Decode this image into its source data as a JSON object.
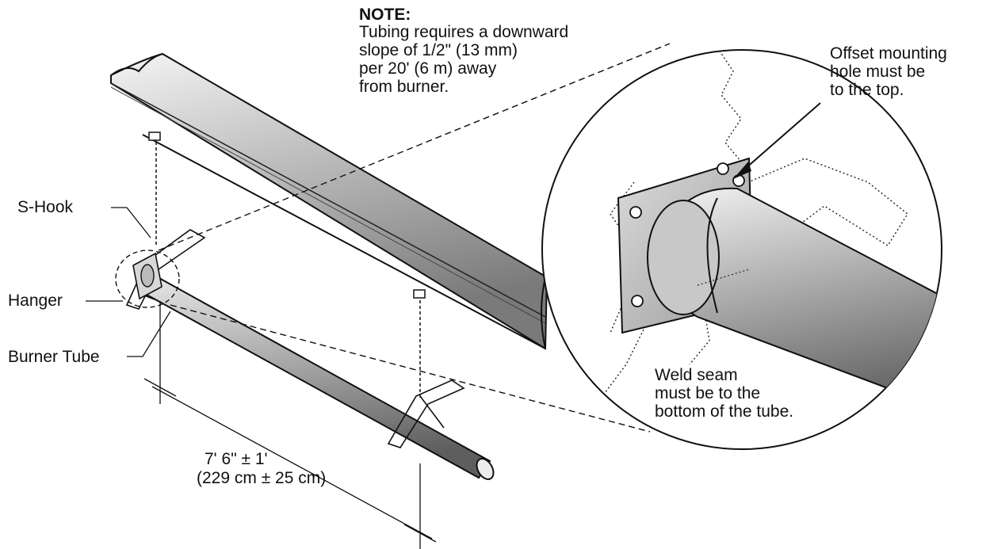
{
  "note": {
    "title": "NOTE:",
    "body": "Tubing requires a downward\nslope of 1/2\" (13 mm)\nper 20' (6 m) away\nfrom burner."
  },
  "labels": {
    "s_hook": "S-Hook",
    "hanger": "Hanger",
    "burner_tube": "Burner Tube"
  },
  "dimension": {
    "imperial": "7' 6\" ± 1'",
    "metric": "(229 cm ± 25 cm)"
  },
  "callouts": {
    "offset_hole": "Offset mounting\nhole must be\nto the top.",
    "weld_seam": "Weld seam\nmust be to the\nbottom of the tube."
  }
}
